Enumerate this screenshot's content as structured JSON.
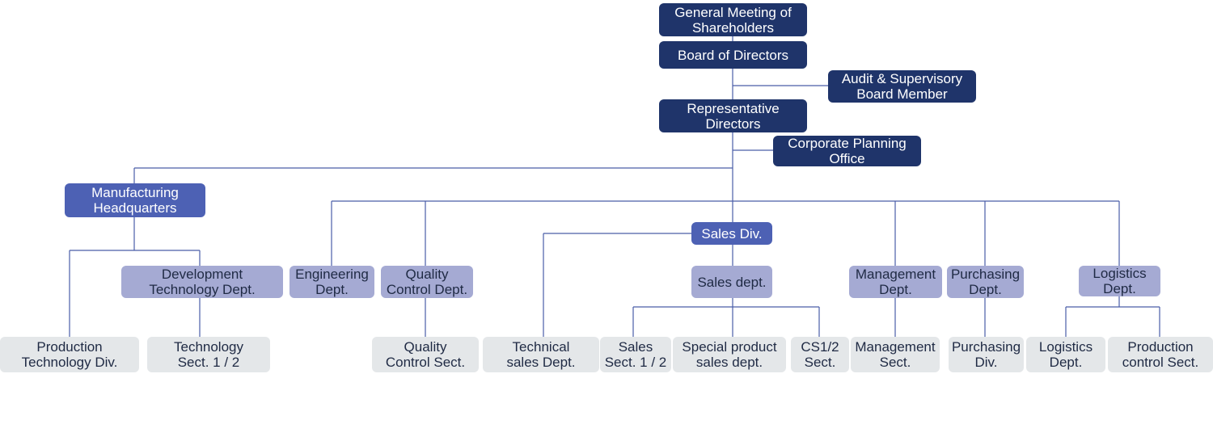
{
  "colors": {
    "top_level": "#1f346a",
    "headquarters": "#4d61b4",
    "department": "#a5aad3",
    "section": "#e4e7e9",
    "connector": "#4a5da8"
  },
  "org": {
    "general_meeting": "General Meeting of\nShareholders",
    "board": "Board of Directors",
    "audit": "Audit & Supervisory\nBoard Member",
    "rep_directors": "Representative\nDirectors",
    "corp_planning": "Corporate Planning\nOffice",
    "mfg_hq": "Manufacturing\nHeadquarters",
    "dev_tech_dept": "Development\nTechnology Dept.",
    "prod_tech_div": "Production\nTechnology Div.",
    "tech_sect": "Technology\nSect. 1 / 2",
    "engineering_dept": "Engineering\nDept.",
    "qc_dept": "Quality\nControl Dept.",
    "qc_sect": "Quality\nControl Sect.",
    "sales_div": "Sales Div.",
    "sales_dept": "Sales dept.",
    "technical_sales": "Technical\nsales Dept.",
    "sales_sect": "Sales\nSect. 1 / 2",
    "special_product": "Special product\nsales dept.",
    "cs_sect": "CS1/2\nSect.",
    "mgmt_dept": "Management\nDept.",
    "mgmt_sect": "Management\nSect.",
    "purch_dept": "Purchasing\nDept.",
    "purch_div": "Purchasing\nDiv.",
    "logistics_dept": "Logistics\nDept.",
    "logistics_dept_sub": "Logistics\nDept.",
    "prod_control": "Production\ncontrol Sect."
  }
}
